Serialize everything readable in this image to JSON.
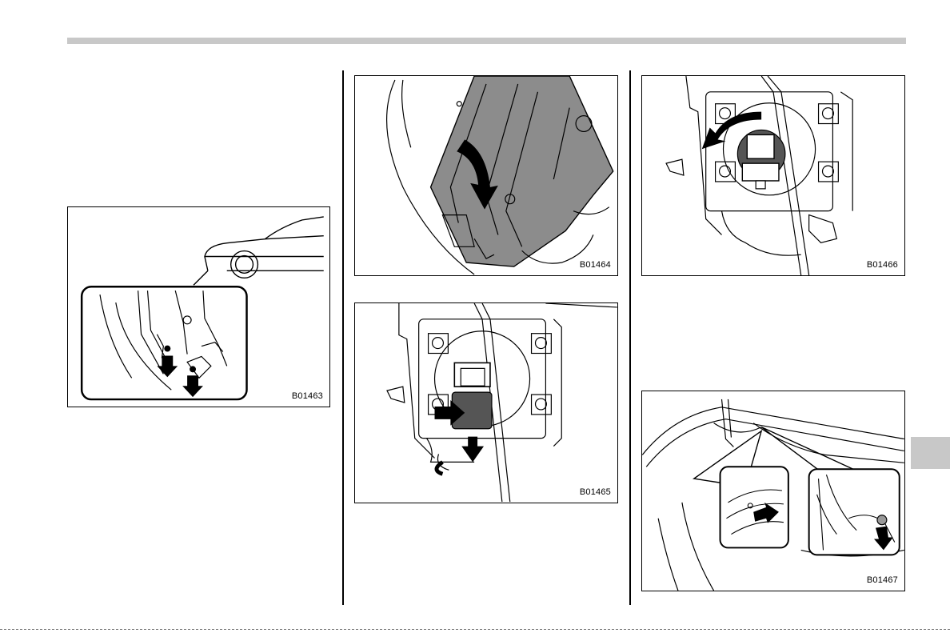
{
  "figures": {
    "fig1": {
      "code": "B01463",
      "arrow_icons": [
        "down-arrow-icon",
        "down-arrow-icon"
      ]
    },
    "fig2": {
      "code": "B01464",
      "arrow_icons": [
        "curved-arrow-icon"
      ]
    },
    "fig3": {
      "code": "B01465",
      "arrow_icons": [
        "right-arrow-icon",
        "down-arrow-icon"
      ]
    },
    "fig4": {
      "code": "B01466",
      "arrow_icons": [
        "curved-left-arrow-icon"
      ]
    },
    "fig5": {
      "code": "B01467",
      "arrow_icons": [
        "right-arrow-icon",
        "down-arrow-icon"
      ]
    }
  },
  "colors": {
    "rule": "#c8c8c8",
    "ink": "#000000",
    "arrow_fill": "#000000",
    "panel_fill": "#8c8c8c"
  }
}
